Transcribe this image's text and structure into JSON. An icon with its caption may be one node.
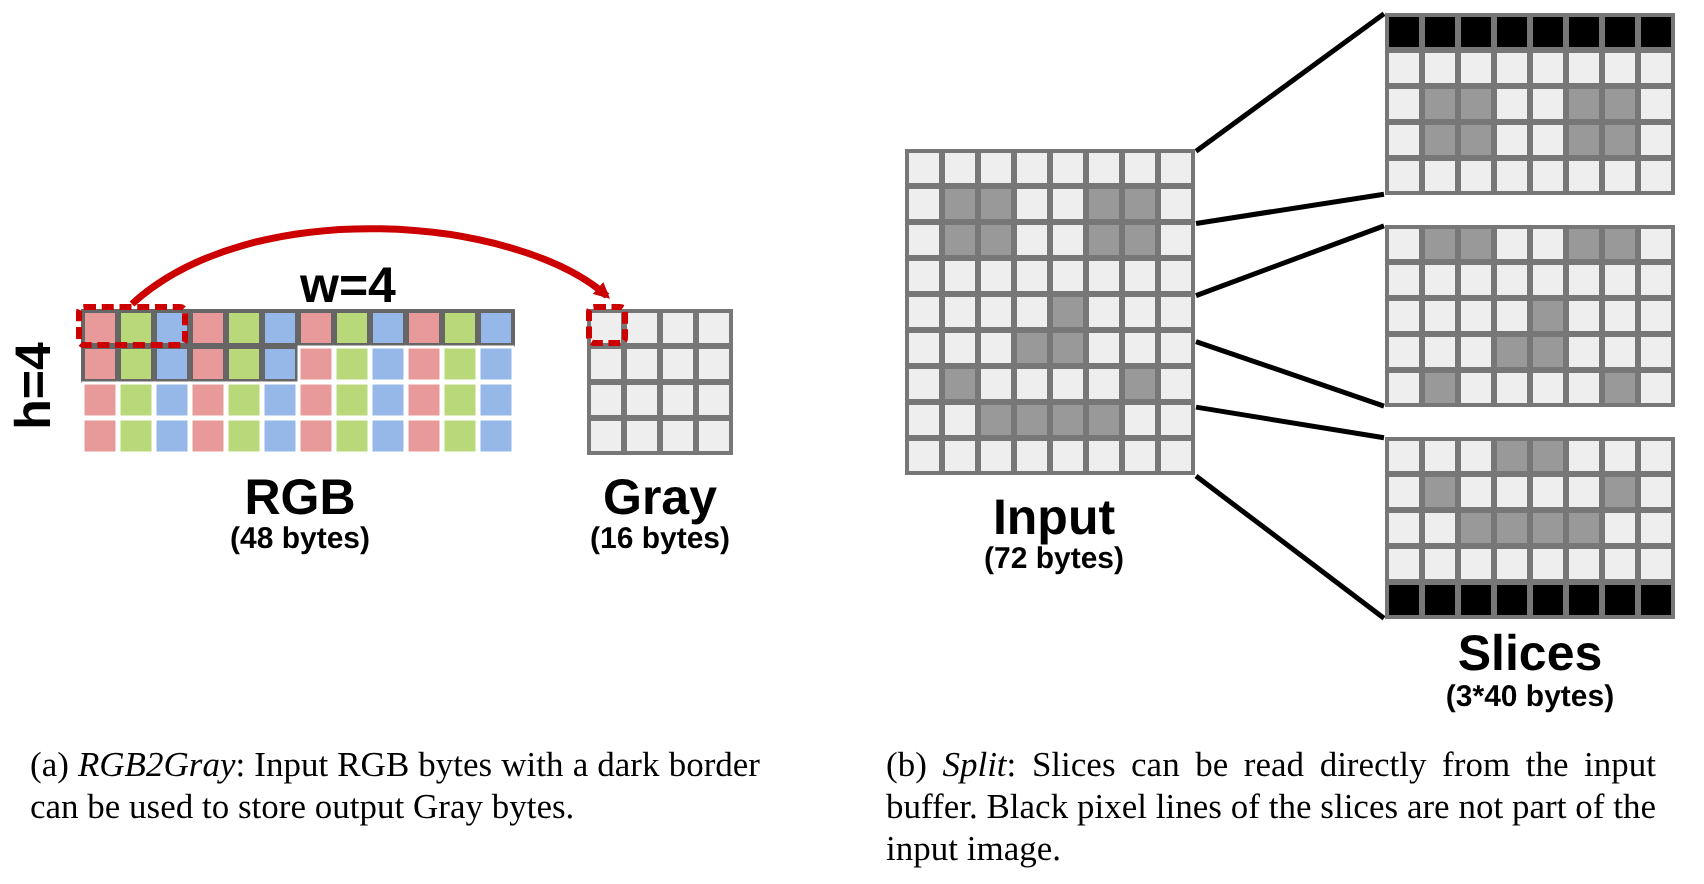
{
  "diagram": {
    "nodes": [
      {
        "text": [
          "RGB",
          "(48 bytes)"
        ]
      },
      {
        "text": [],
        "shape": "box",
        "in": 0
      },
      {
        "text": [
          "Gray",
          "(16 bytes)"
        ]
      },
      {
        "text": [],
        "shape": "box",
        "in": 2
      },
      {
        "text": [
          "Input",
          "(72 bytes)"
        ]
      },
      {
        "text": [],
        "shape": "grid"
      },
      {
        "text": [],
        "shape": "grid"
      },
      {
        "text": [],
        "shape": "grid"
      }
    ],
    "edges": [
      {
        "from": 1,
        "to": 3,
        "arrow": "to",
        "color": "#cc0000"
      },
      {
        "from": 4,
        "to": 5,
        "arrow": "none"
      },
      {
        "from": 4,
        "to": 5,
        "arrow": "none"
      },
      {
        "from": 4,
        "to": 6,
        "arrow": "none"
      },
      {
        "from": 4,
        "to": 6,
        "arrow": "none"
      },
      {
        "from": 4,
        "to": 7,
        "arrow": "none"
      },
      {
        "from": 4,
        "to": 7,
        "arrow": "none"
      }
    ],
    "labels": [
      "w=4",
      "h=4",
      "Slices",
      "(3*40 bytes)",
      "(a) *RGB2Gray*: Input RGB bytes with a dark border can be used to store output Gray bytes.",
      "(b) *Split*: Slices can be read directly from the input buffer. Black pixel lines of the slices are not part of the input image."
    ]
  }
}
